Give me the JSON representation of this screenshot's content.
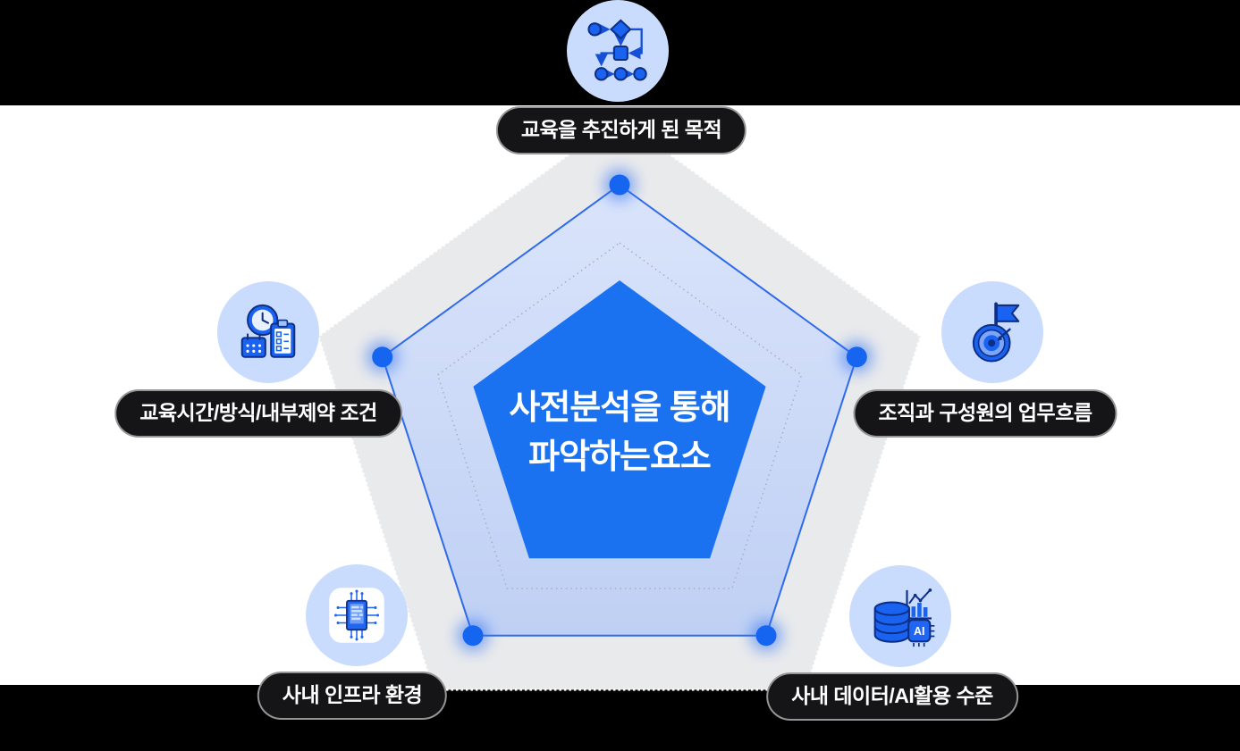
{
  "title": {
    "line1": "사전분석을 통해",
    "line2": "파악하는요소"
  },
  "nodes": [
    {
      "position": "top",
      "label": "교육을 추진하게 된 목적",
      "icon": "flowchart-icon"
    },
    {
      "position": "right",
      "label": "조직과 구성원의 업무흐름",
      "icon": "goal-flag-icon"
    },
    {
      "position": "bottom-right",
      "label": "사내 데이터/AI활용 수준",
      "icon": "data-ai-chart-icon"
    },
    {
      "position": "bottom-left",
      "label": "사내 인프라 환경",
      "icon": "circuit-chip-icon"
    },
    {
      "position": "left",
      "label": "교육시간/방식/내부제약 조건",
      "icon": "schedule-clipboard-icon"
    }
  ],
  "icon_ai_chip_text": "AI",
  "colors": {
    "center_pentagon_blue": "#1B72F1",
    "pentagon_line_blue": "#2E6BEC",
    "middle_pentagon_fill_top": "#DAE4FB",
    "middle_pentagon_fill_bottom": "#BFD0F4",
    "outer_pentagon_gray": "#E9EAEC",
    "icon_circle_bg": "#C9DCFD",
    "icon_blue": "#1A63F1",
    "icon_dark_blue": "#0D2F86",
    "pill_bg": "#151517",
    "pill_text": "#FFFFFF",
    "band_black": "#000000",
    "vertex_dot_blue": "#1565F0"
  }
}
